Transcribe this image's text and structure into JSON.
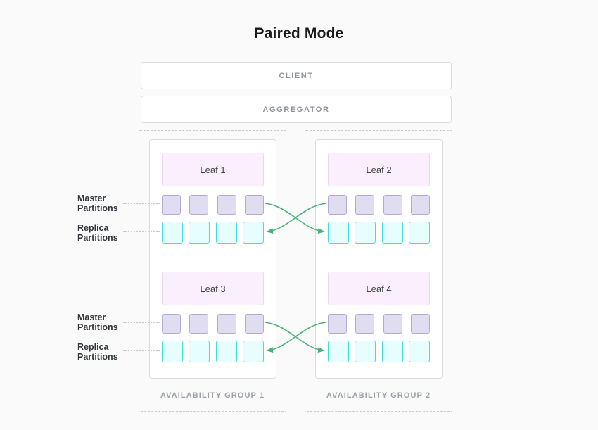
{
  "title": "Paired Mode",
  "client_label": "CLIENT",
  "aggregator_label": "AGGREGATOR",
  "partition_labels": {
    "master": "Master Partitions",
    "replica": "Replica Partitions"
  },
  "groups": [
    {
      "label": "AVAILABILITY GROUP 1",
      "leaves": [
        {
          "name": "Leaf 1"
        },
        {
          "name": "Leaf 3"
        }
      ]
    },
    {
      "label": "AVAILABILITY GROUP 2",
      "leaves": [
        {
          "name": "Leaf 2"
        },
        {
          "name": "Leaf 4"
        }
      ]
    }
  ],
  "colors": {
    "arrow": "#4bb27a",
    "master_fill": "#e0ddf1",
    "master_border": "#b2abd6",
    "replica_fill": "#e6fefd",
    "replica_border": "#3fe0d9",
    "leaf_fill": "#fbeffd",
    "leaf_border": "#ecd6f1"
  }
}
